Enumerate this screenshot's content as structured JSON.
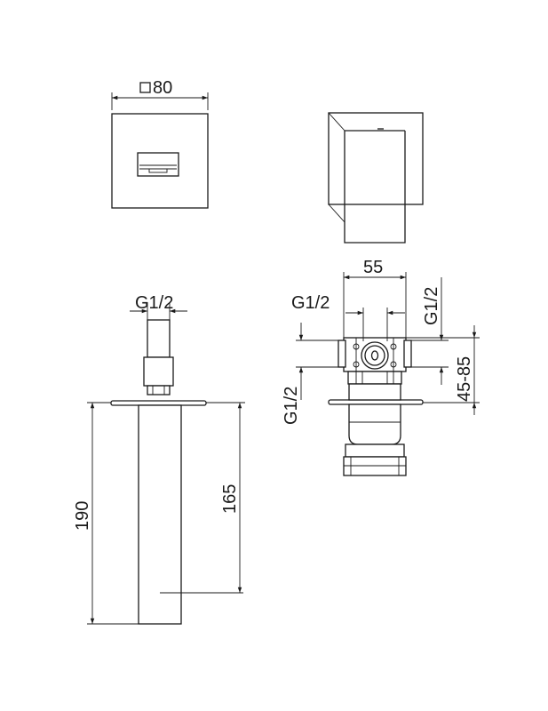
{
  "dimensions": {
    "square_width": "80",
    "outlet_thread": "G1/2",
    "body_width": "55",
    "inlet_thread_left": "G1/2",
    "inlet_thread_right": "G1/2",
    "inlet_thread_bottom": "G1/2",
    "installation_depth": "45-85",
    "total_length": "190",
    "spout_length": "165"
  },
  "colors": {
    "line": "#1a1a1a",
    "background": "#ffffff"
  },
  "icons": {
    "square_symbol": "square-symbol-icon"
  }
}
